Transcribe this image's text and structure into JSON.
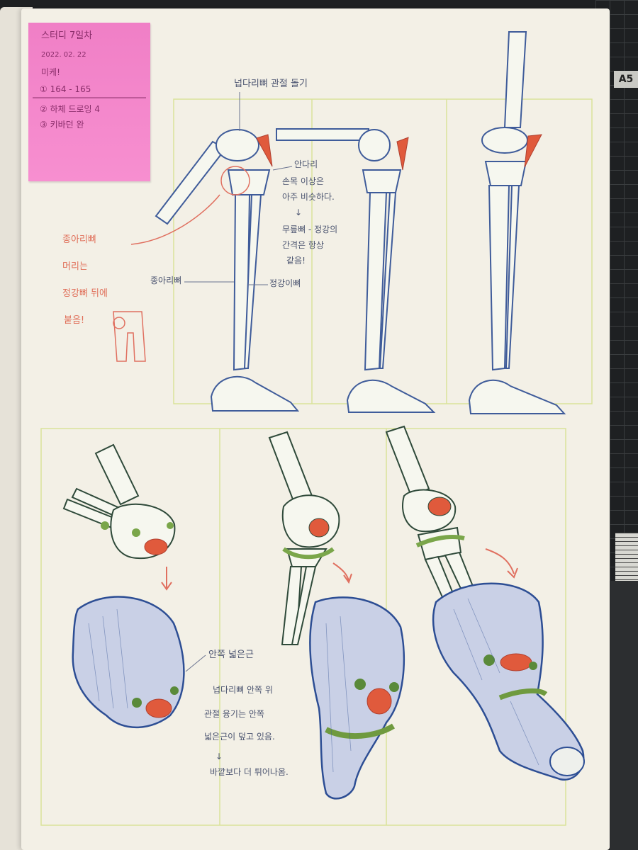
{
  "sticky_note": {
    "title": "스터디 7일차",
    "date": "2022. 02. 22",
    "label": "미케!",
    "pages": "① 164 - 165",
    "item_2": "② 하체 드로잉 4",
    "item_3": "③ 키바던 완"
  },
  "top_title": "넙다리뼈 관절 돌기",
  "annotations": {
    "shin_note_1": "안다리",
    "shin_note_2": "손목 이상은",
    "shin_note_3": "아주 비슷하다.",
    "shin_note_4": "↓",
    "shin_note_5": "무릎뼈 - 정강의",
    "shin_note_6": "간격은 항상",
    "shin_note_7": "같음!",
    "fibula_label": "종아리뼈",
    "tibia_label": "정강이뼈",
    "red_note_1": "종아리뼈",
    "red_note_2": "머리는",
    "red_note_3": "정강뼈 뒤에",
    "red_note_4": "붙음!",
    "inner_bump": "안쪽 넓은근",
    "bottom_note_1": "넙다리뼈 안쪽 위",
    "bottom_note_2": "관절 융기는 안쪽",
    "bottom_note_3": "넓은근이 덮고 있음.",
    "bottom_note_4": "↓",
    "bottom_note_5": "바깥보다 더 튀어나옴."
  },
  "colors": {
    "sticky": "#f07fc6",
    "paper": "#f3f0e6",
    "bone_outline_blue": "#3f5c9a",
    "bone_outline_green": "#5a8a3a",
    "patella_red": "#e05a3c",
    "guideline_yellow": "#d9e39a"
  },
  "corner_tag": "A5"
}
